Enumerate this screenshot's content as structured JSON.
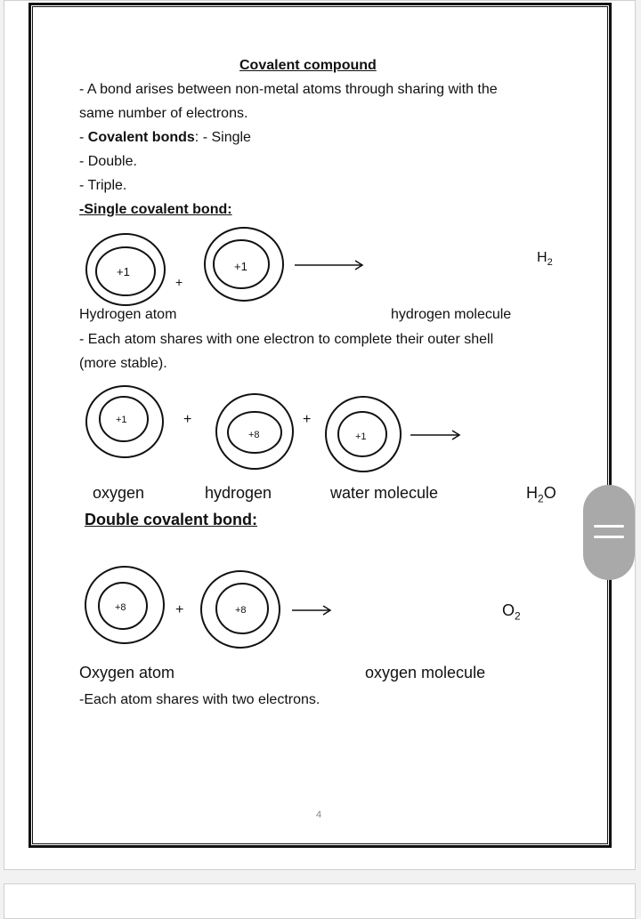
{
  "document": {
    "title": "Covalent compound",
    "intro_line1": "- A bond arises between non-metal atoms through sharing with the",
    "intro_line2": "same number of electrons.",
    "bonds_dash": "- ",
    "bonds_label": "Covalent bonds",
    "bonds_rest": ": - Single",
    "double_item": "- Double.",
    "triple_item": "- Triple.",
    "single_heading": "-Single covalent bond:",
    "single": {
      "atom1_charge": "+1",
      "atom2_charge": "+1",
      "plus": "+",
      "formula_main": "H",
      "formula_sub": "2",
      "label_left": "Hydrogen atom",
      "label_right": "hydrogen molecule",
      "note_line1": "- Each atom shares with one electron to complete their outer shell",
      "note_line2": "(more stable)."
    },
    "water": {
      "atom1_charge": "+1",
      "atom2_charge": "+8",
      "atom3_charge": "+1",
      "plus1": "+",
      "plus2": "+",
      "label1": "oxygen",
      "label2": "hydrogen",
      "label3": "water molecule",
      "formula_main1": "H",
      "formula_sub": "2",
      "formula_main2": "O"
    },
    "double_heading": "Double covalent bond:",
    "double": {
      "atom1_charge": "+8",
      "atom2_charge": "+8",
      "plus": "+",
      "formula_main": "O",
      "formula_sub": "2",
      "label_left": "Oxygen atom",
      "label_right": "oxygen molecule",
      "note": "-Each atom shares with two electrons."
    },
    "page_number": "4"
  }
}
